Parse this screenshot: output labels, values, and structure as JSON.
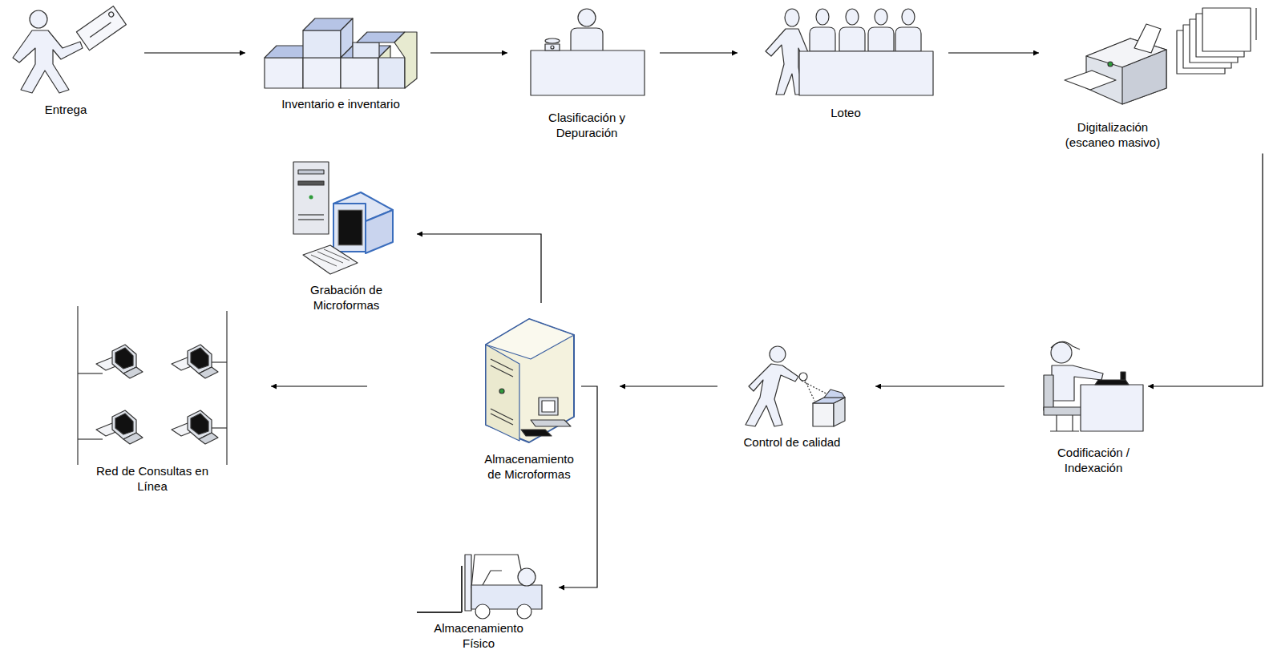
{
  "diagram": {
    "nodes": [
      {
        "text": [
          "Entrega"
        ]
      },
      {
        "text": [
          "Inventario e inventario"
        ]
      },
      {
        "text": [
          "Clasificación y Depuración"
        ]
      },
      {
        "text": [
          "Loteo"
        ]
      },
      {
        "text": [
          "Digitalización (escaneo masivo)"
        ]
      },
      {
        "text": [
          "Codificación / Indexación"
        ]
      },
      {
        "text": [
          "Control de calidad"
        ]
      },
      {
        "text": [
          "Almacenamiento de Microformas"
        ]
      },
      {
        "text": [
          "Grabación de Microformas"
        ]
      },
      {
        "text": [
          "Red de Consultas en Línea"
        ]
      },
      {
        "text": [
          "Almacenamiento Físico"
        ]
      }
    ],
    "edges": [
      {
        "from": 0,
        "to": 1,
        "arrow": "to"
      },
      {
        "from": 1,
        "to": 2,
        "arrow": "to"
      },
      {
        "from": 2,
        "to": 3,
        "arrow": "to"
      },
      {
        "from": 3,
        "to": 4,
        "arrow": "to"
      },
      {
        "from": 4,
        "to": 5,
        "arrow": "to"
      },
      {
        "from": 5,
        "to": 6,
        "arrow": "to"
      },
      {
        "from": 6,
        "to": 7,
        "arrow": "to"
      },
      {
        "from": 7,
        "to": 8,
        "arrow": "to"
      },
      {
        "from": 7,
        "to": 9,
        "arrow": "to"
      },
      {
        "from": 7,
        "to": 10,
        "arrow": "to"
      }
    ]
  }
}
